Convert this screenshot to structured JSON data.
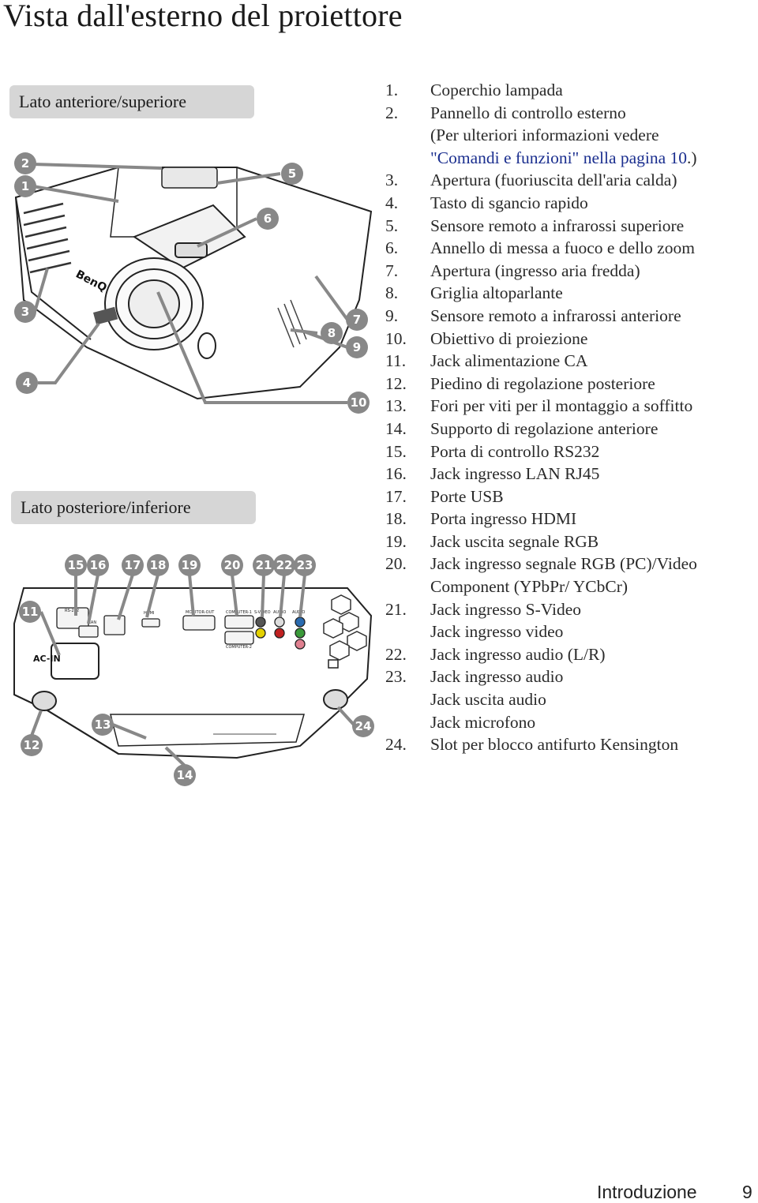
{
  "page": {
    "title": "Vista dall'esterno del proiettore",
    "footer_section": "Introduzione",
    "footer_page": "9"
  },
  "sections": {
    "front": "Lato anteriore/superiore",
    "rear": "Lato posteriore/inferiore"
  },
  "diagram_labels": {
    "brand": "BenQ",
    "ac_in": "AC-IN",
    "rs232": "RS-232",
    "lan": "LAN",
    "hdmi": "HDMI",
    "monitor_out": "MONITOR-OUT",
    "computer1": "COMPUTER-1",
    "computer2": "COMPUTER-2",
    "svideo": "S-VIDEO",
    "audio": "AUDIO",
    "audio2": "AUDIO"
  },
  "callouts_front": [
    "2",
    "1",
    "5",
    "6",
    "3",
    "4",
    "7",
    "8",
    "9",
    "10"
  ],
  "callouts_rear": [
    "15",
    "16",
    "17",
    "18",
    "19",
    "20",
    "21",
    "22",
    "23",
    "11",
    "12",
    "13",
    "24",
    "14"
  ],
  "legend": [
    {
      "num": "1.",
      "lines": [
        "Coperchio lampada"
      ]
    },
    {
      "num": "2.",
      "lines": [
        "Pannello di controllo esterno",
        "(Per ulteriori informazioni vedere"
      ],
      "link": "\"Comandi e funzioni\" nella pagina 10",
      "link_suffix": ".)"
    },
    {
      "num": "3.",
      "lines": [
        "Apertura (fuoriuscita dell'aria calda)"
      ]
    },
    {
      "num": "4.",
      "lines": [
        "Tasto di sgancio rapido"
      ]
    },
    {
      "num": "5.",
      "lines": [
        "Sensore remoto a infrarossi superiore"
      ]
    },
    {
      "num": "6.",
      "lines": [
        "Annello di messa a fuoco e dello zoom"
      ]
    },
    {
      "num": "7.",
      "lines": [
        "Apertura (ingresso aria fredda)"
      ]
    },
    {
      "num": "8.",
      "lines": [
        "Griglia altoparlante"
      ]
    },
    {
      "num": "9.",
      "lines": [
        "Sensore remoto a infrarossi anteriore"
      ]
    },
    {
      "num": "10.",
      "lines": [
        "Obiettivo di proiezione"
      ]
    },
    {
      "num": "11.",
      "lines": [
        "Jack alimentazione CA"
      ]
    },
    {
      "num": "12.",
      "lines": [
        "Piedino di regolazione posteriore"
      ]
    },
    {
      "num": "13.",
      "lines": [
        "Fori per viti per il montaggio a soffitto"
      ]
    },
    {
      "num": "14.",
      "lines": [
        "Supporto di regolazione anteriore"
      ]
    },
    {
      "num": "15.",
      "lines": [
        "Porta di controllo RS232"
      ]
    },
    {
      "num": "16.",
      "lines": [
        "Jack ingresso LAN RJ45"
      ]
    },
    {
      "num": "17.",
      "lines": [
        "Porte USB"
      ]
    },
    {
      "num": "18.",
      "lines": [
        "Porta ingresso HDMI"
      ]
    },
    {
      "num": "19.",
      "lines": [
        "Jack uscita segnale RGB"
      ]
    },
    {
      "num": "20.",
      "lines": [
        "Jack ingresso segnale RGB (PC)/Video",
        "Component (YPbPr/ YCbCr)"
      ]
    },
    {
      "num": "21.",
      "lines": [
        "Jack ingresso S-Video",
        "Jack ingresso video"
      ]
    },
    {
      "num": "22.",
      "lines": [
        "Jack ingresso audio (L/R)"
      ]
    },
    {
      "num": "23.",
      "lines": [
        "Jack ingresso audio",
        "Jack uscita audio",
        "Jack microfono"
      ]
    },
    {
      "num": "24.",
      "lines": [
        "Slot per blocco antifurto Kensington"
      ]
    }
  ]
}
